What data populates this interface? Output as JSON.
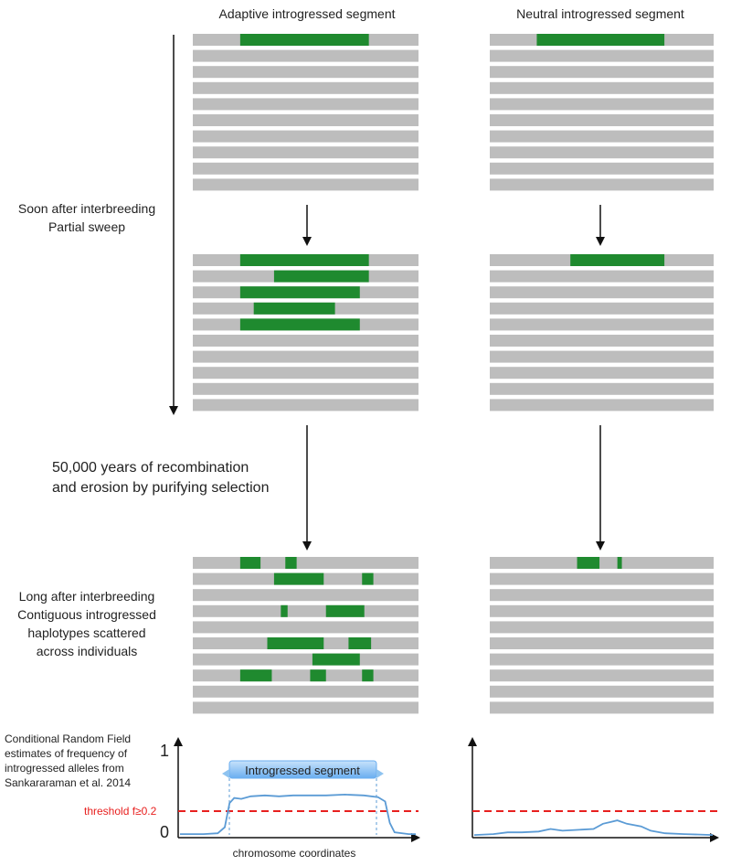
{
  "headers": {
    "adaptive": "Adaptive introgressed segment",
    "neutral": "Neutral introgressed segment"
  },
  "labels": {
    "soon": [
      "Soon after interbreeding",
      "Partial sweep"
    ],
    "recomb": [
      "50,000 years of recombination",
      "and erosion by purifying selection"
    ],
    "long": [
      "Long after interbreeding",
      "Contiguous introgressed",
      "haplotypes scattered",
      "across individuals"
    ],
    "crf": [
      "Conditional Random Field",
      "estimates of frequency of",
      "introgressed alleles from",
      "Sankararaman et al. 2014"
    ],
    "threshold": "threshold f≥0.2",
    "axis_one": "1",
    "axis_zero": "0",
    "xaxis": "chromosome coordinates",
    "segment_label": "Introgressed segment"
  },
  "colors": {
    "haplotype": "#bdbdbd",
    "introgressed": "#1f8a2f",
    "threshold": "#e8201f",
    "freq_line": "#5b9bd5",
    "segment_box": "#8ec3f0",
    "threshold_text": "#e8201f"
  },
  "panels": {
    "adaptive_early": {
      "rows": 10,
      "segments": [
        [
          [
            0.21,
            0.78
          ]
        ]
      ]
    },
    "neutral_early": {
      "rows": 10,
      "segments": [
        [
          [
            0.21,
            0.78
          ]
        ]
      ]
    },
    "adaptive_mid": {
      "rows": 10,
      "segments": [
        [
          [
            0.21,
            0.78
          ]
        ],
        [
          [
            0.36,
            0.78
          ]
        ],
        [
          [
            0.21,
            0.74
          ]
        ],
        [
          [
            0.27,
            0.63
          ]
        ],
        [
          [
            0.21,
            0.74
          ]
        ]
      ]
    },
    "neutral_mid": {
      "rows": 10,
      "segments": [
        [
          [
            0.36,
            0.78
          ]
        ]
      ]
    },
    "adaptive_late": {
      "rows": 10,
      "segments": [
        [
          [
            0.21,
            0.3
          ],
          [
            0.41,
            0.46
          ]
        ],
        [
          [
            0.36,
            0.58
          ],
          [
            0.75,
            0.8
          ]
        ],
        [],
        [
          [
            0.39,
            0.42
          ],
          [
            0.59,
            0.76
          ]
        ],
        [],
        [
          [
            0.33,
            0.58
          ],
          [
            0.69,
            0.79
          ]
        ],
        [
          [
            0.53,
            0.74
          ]
        ],
        [
          [
            0.21,
            0.35
          ],
          [
            0.52,
            0.59
          ],
          [
            0.75,
            0.8
          ]
        ]
      ]
    },
    "neutral_late": {
      "rows": 10,
      "segments": [
        [
          [
            0.39,
            0.49
          ],
          [
            0.57,
            0.59
          ]
        ]
      ]
    }
  },
  "freq_curves": {
    "adaptive": [
      [
        0,
        0.02
      ],
      [
        0.1,
        0.02
      ],
      [
        0.16,
        0.03
      ],
      [
        0.19,
        0.1
      ],
      [
        0.21,
        0.38
      ],
      [
        0.23,
        0.44
      ],
      [
        0.26,
        0.43
      ],
      [
        0.3,
        0.46
      ],
      [
        0.36,
        0.47
      ],
      [
        0.42,
        0.46
      ],
      [
        0.48,
        0.47
      ],
      [
        0.55,
        0.47
      ],
      [
        0.62,
        0.47
      ],
      [
        0.7,
        0.48
      ],
      [
        0.78,
        0.47
      ],
      [
        0.84,
        0.45
      ],
      [
        0.87,
        0.4
      ],
      [
        0.89,
        0.15
      ],
      [
        0.91,
        0.04
      ],
      [
        0.97,
        0.02
      ],
      [
        1,
        0.02
      ]
    ],
    "neutral": [
      [
        0,
        0.01
      ],
      [
        0.08,
        0.02
      ],
      [
        0.14,
        0.04
      ],
      [
        0.2,
        0.04
      ],
      [
        0.27,
        0.05
      ],
      [
        0.32,
        0.08
      ],
      [
        0.37,
        0.06
      ],
      [
        0.44,
        0.07
      ],
      [
        0.5,
        0.08
      ],
      [
        0.54,
        0.14
      ],
      [
        0.57,
        0.16
      ],
      [
        0.6,
        0.18
      ],
      [
        0.64,
        0.14
      ],
      [
        0.7,
        0.11
      ],
      [
        0.74,
        0.06
      ],
      [
        0.8,
        0.03
      ],
      [
        0.88,
        0.02
      ],
      [
        1,
        0.01
      ]
    ]
  }
}
